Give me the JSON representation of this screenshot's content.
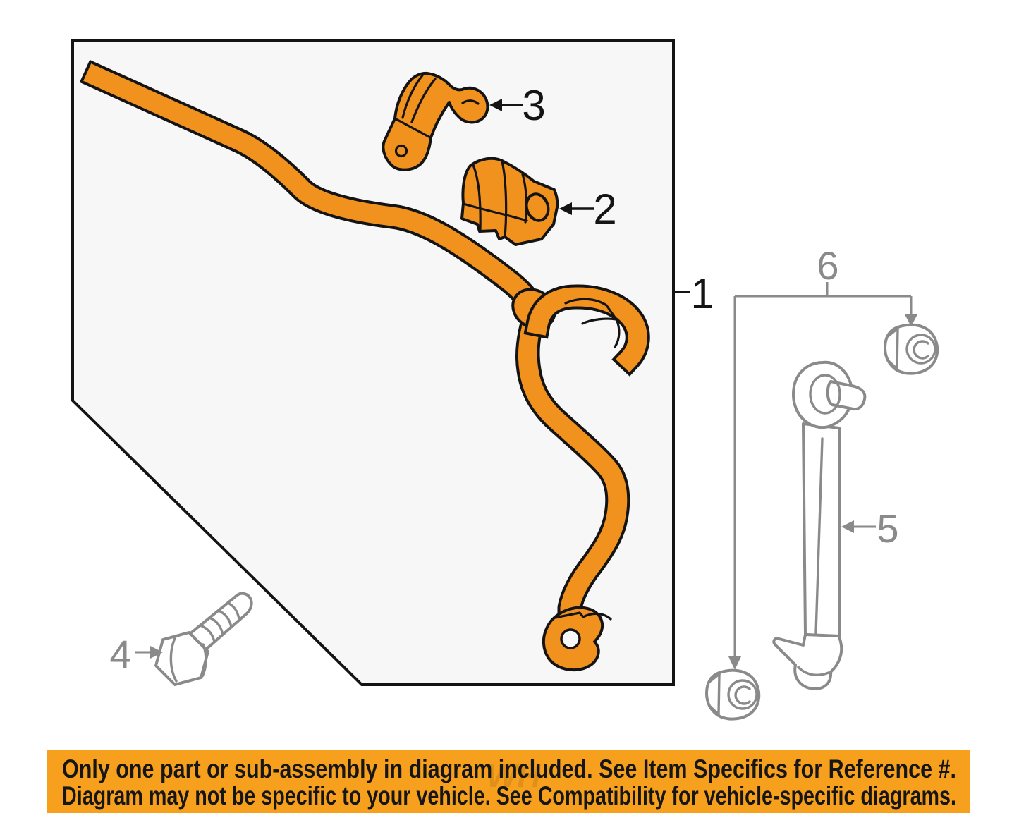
{
  "banner": {
    "line1": "Only one part or sub-assembly in diagram included. See Item Specifics for Reference #.",
    "line2": "Diagram may not be specific to your vehicle. See Compatibility for vehicle-specific diagrams.",
    "watermark": "WH",
    "background": "#F7A01D"
  },
  "callouts": {
    "c1": "1",
    "c2": "2",
    "c3": "3",
    "c4": "4",
    "c5": "5",
    "c6": "6"
  },
  "colors": {
    "part_orange": "#F2921E",
    "banner_orange": "#F7A01D",
    "hardware_gray": "#8A8A8A",
    "outline_black": "#141414",
    "box_fill": "#F7F7F7",
    "background": "#FFFFFF"
  }
}
